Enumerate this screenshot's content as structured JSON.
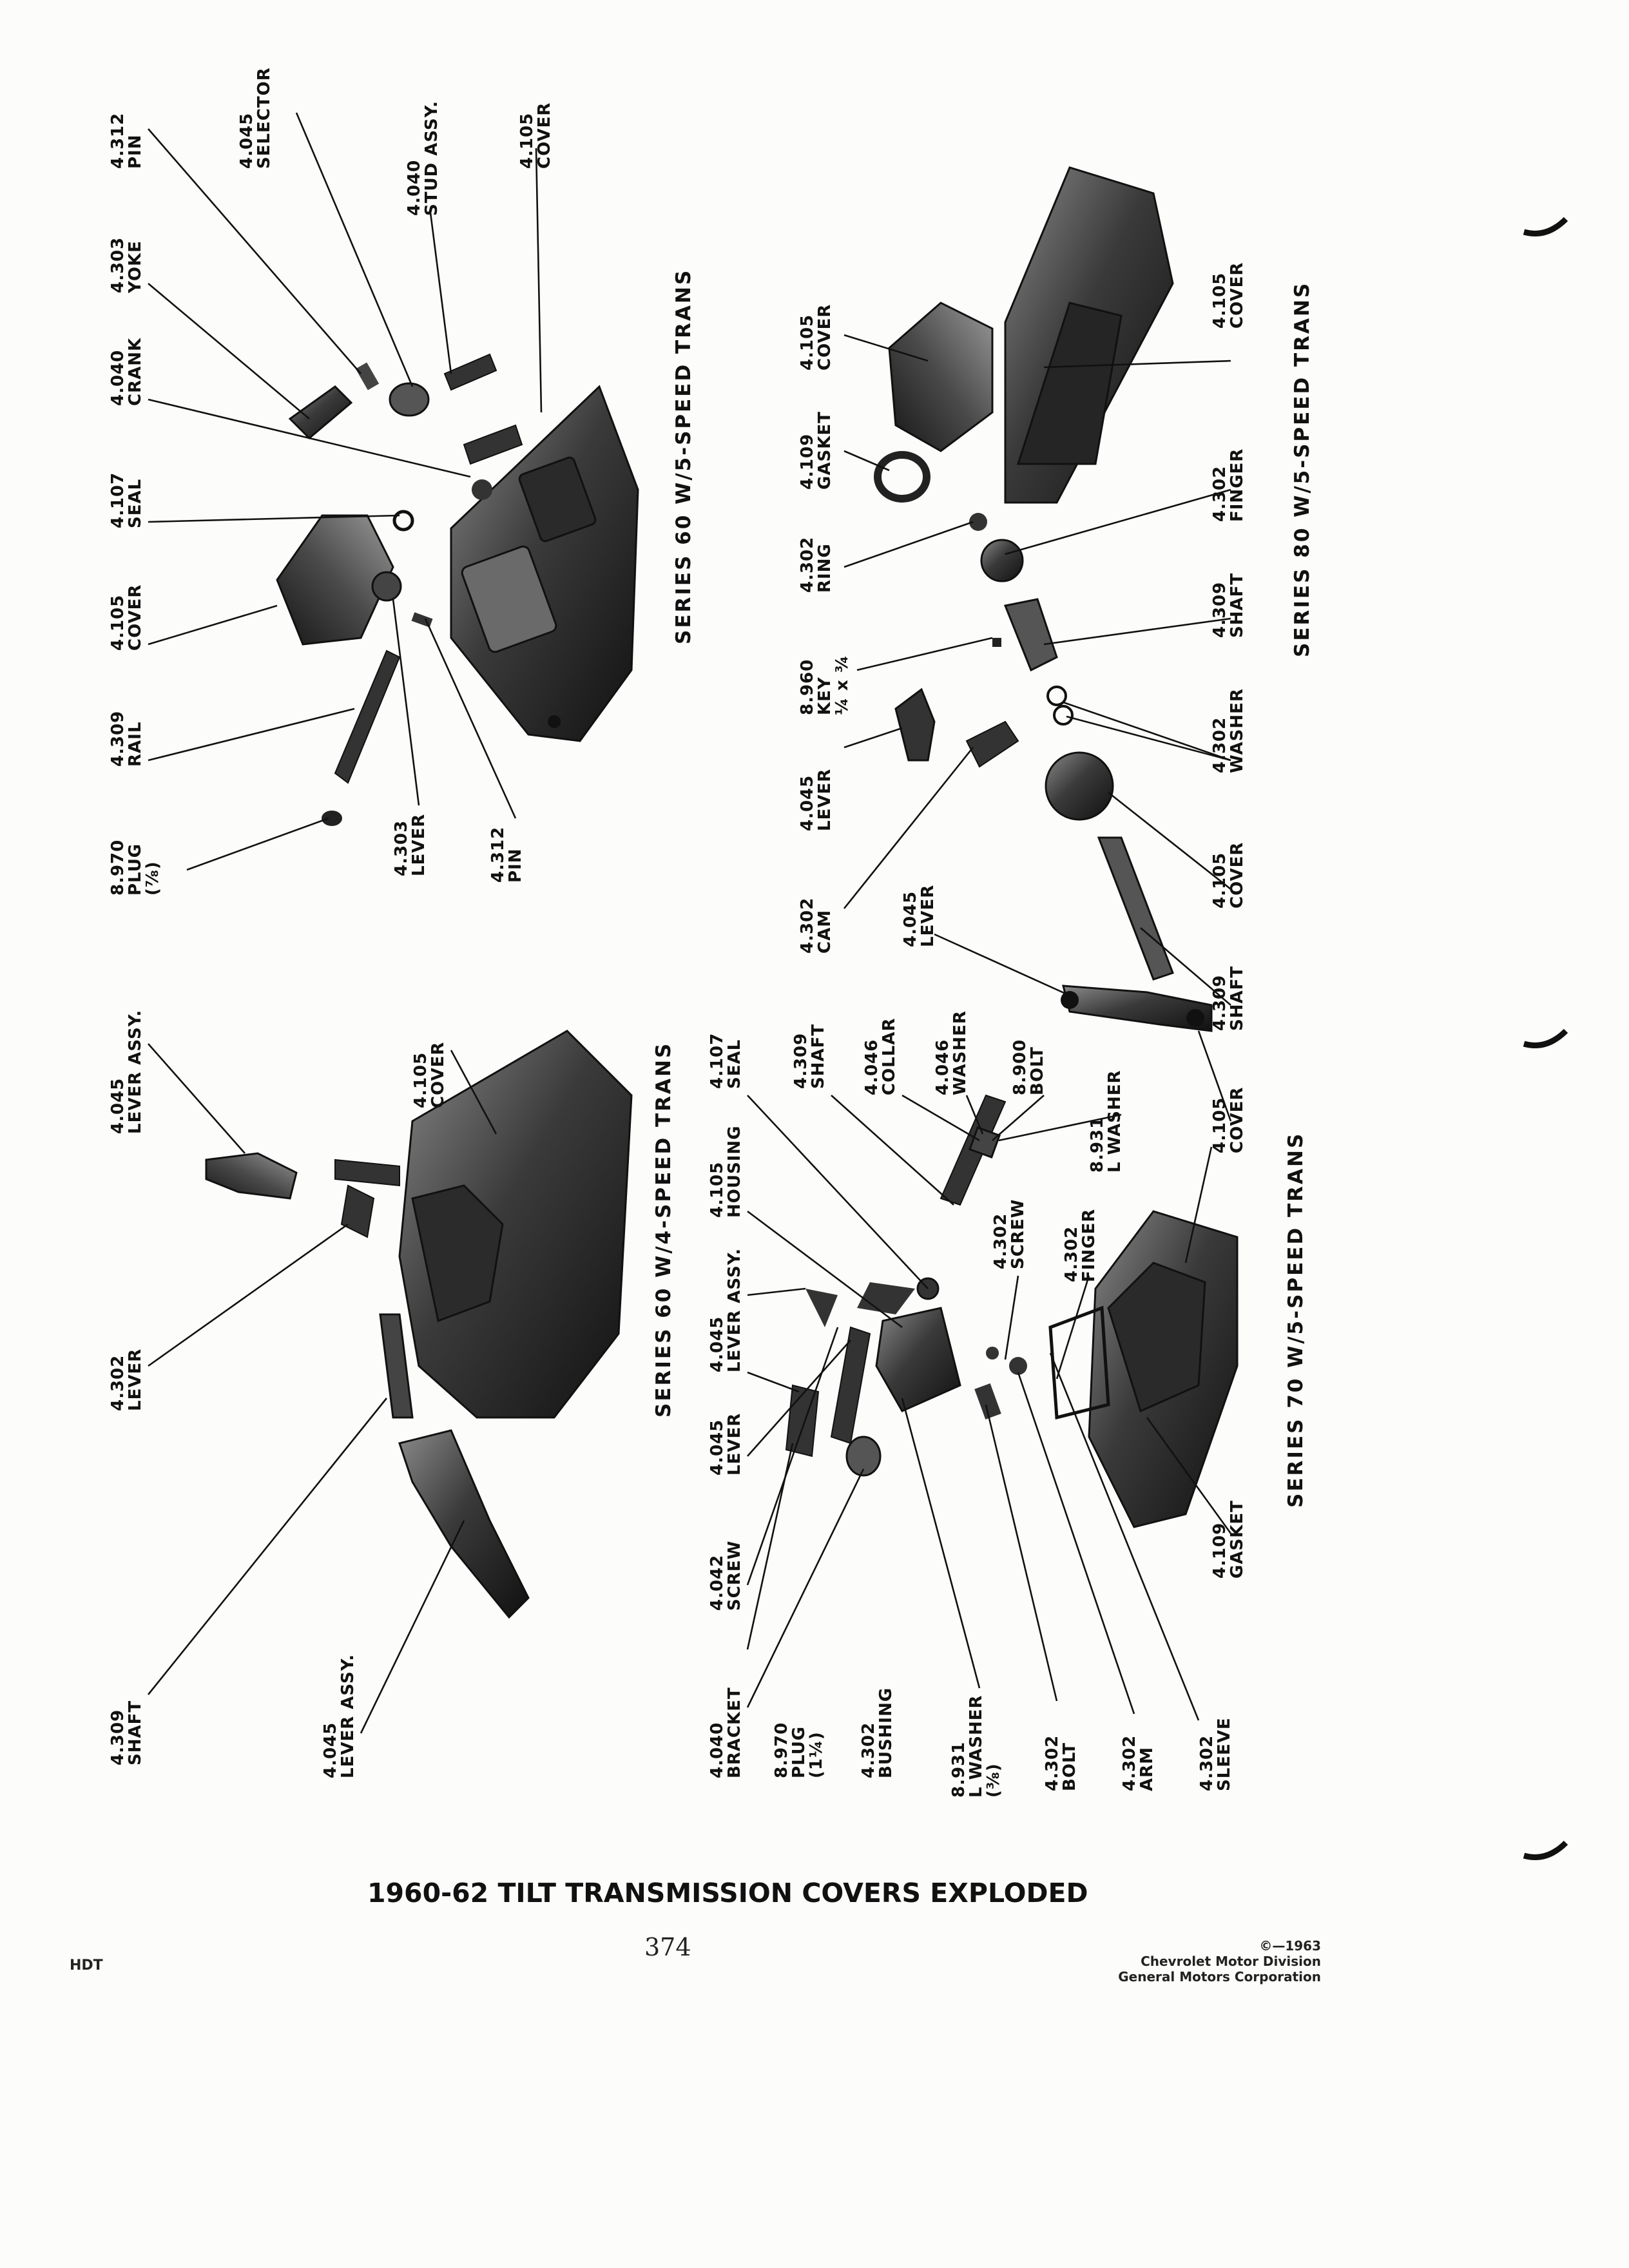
{
  "page_title": "1960-62 TILT TRANSMISSION COVERS EXPLODED",
  "page_number": "374",
  "section_code": "HDT",
  "copyright": {
    "line1": "©—1963",
    "line2": "Chevrolet Motor Division",
    "line3": "General Motors Corporation"
  },
  "series_captions": {
    "s60_5speed": "SERIES 60 W/5-SPEED TRANS",
    "s60_4speed": "SERIES 60 W/4-SPEED TRANS",
    "s80_5speed": "SERIES 80 W/5-SPEED TRANS",
    "s70_5speed": "SERIES 70 W/5-SPEED TRANS"
  },
  "callouts": {
    "pin_top": {
      "num": "4.312",
      "name": "PIN",
      "extra": ""
    },
    "selector": {
      "num": "4.045",
      "name": "SELECTOR",
      "extra": ""
    },
    "stud_assy": {
      "num": "4.040",
      "name": "STUD ASSY.",
      "extra": ""
    },
    "cover_top": {
      "num": "4.105",
      "name": "COVER",
      "extra": ""
    },
    "yoke": {
      "num": "4.303",
      "name": "YOKE",
      "extra": ""
    },
    "crank": {
      "num": "4.040",
      "name": "CRANK",
      "extra": ""
    },
    "seal_a": {
      "num": "4.107",
      "name": "SEAL",
      "extra": ""
    },
    "cover_a": {
      "num": "4.105",
      "name": "COVER",
      "extra": ""
    },
    "rail": {
      "num": "4.309",
      "name": "RAIL",
      "extra": ""
    },
    "plug_a": {
      "num": "8.970",
      "name": "PLUG",
      "extra": "(⅞)"
    },
    "lever_a": {
      "num": "4.303",
      "name": "LEVER",
      "extra": ""
    },
    "pin_a": {
      "num": "4.312",
      "name": "PIN",
      "extra": ""
    },
    "cover_80a": {
      "num": "4.105",
      "name": "COVER",
      "extra": ""
    },
    "cover_80b": {
      "num": "4.105",
      "name": "COVER",
      "extra": ""
    },
    "gasket_80": {
      "num": "4.109",
      "name": "GASKET",
      "extra": ""
    },
    "finger_80": {
      "num": "4.302",
      "name": "FINGER",
      "extra": ""
    },
    "ring_80": {
      "num": "4.302",
      "name": "RING",
      "extra": ""
    },
    "shaft_80a": {
      "num": "4.309",
      "name": "SHAFT",
      "extra": ""
    },
    "key_80": {
      "num": "8.960",
      "name": "KEY",
      "extra": "¼ x ¾"
    },
    "washer_80": {
      "num": "4.302",
      "name": "WASHER",
      "extra": ""
    },
    "lever_80": {
      "num": "4.045",
      "name": "LEVER",
      "extra": ""
    },
    "cover_80c": {
      "num": "4.105",
      "name": "COVER",
      "extra": ""
    },
    "cam_80": {
      "num": "4.302",
      "name": "CAM",
      "extra": ""
    },
    "shaft_80b": {
      "num": "4.309",
      "name": "SHAFT",
      "extra": ""
    },
    "lever_70": {
      "num": "4.045",
      "name": "LEVER",
      "extra": ""
    },
    "cover_70a": {
      "num": "4.105",
      "name": "COVER",
      "extra": ""
    },
    "lever_assy_4a": {
      "num": "4.045",
      "name": "LEVER ASSY.",
      "extra": ""
    },
    "cover_4": {
      "num": "4.105",
      "name": "COVER",
      "extra": ""
    },
    "lever_4": {
      "num": "4.302",
      "name": "LEVER",
      "extra": ""
    },
    "shaft_4": {
      "num": "4.309",
      "name": "SHAFT",
      "extra": ""
    },
    "lever_assy_4b": {
      "num": "4.045",
      "name": "LEVER ASSY.",
      "extra": ""
    },
    "seal_70": {
      "num": "4.107",
      "name": "SEAL",
      "extra": ""
    },
    "shaft_70": {
      "num": "4.309",
      "name": "SHAFT",
      "extra": ""
    },
    "collar_70": {
      "num": "4.046",
      "name": "COLLAR",
      "extra": ""
    },
    "washer_70": {
      "num": "4.046",
      "name": "WASHER",
      "extra": ""
    },
    "bolt_70a": {
      "num": "8.900",
      "name": "BOLT",
      "extra": ""
    },
    "lwasher_70a": {
      "num": "8.931",
      "name": "L WASHER",
      "extra": ""
    },
    "housing_70": {
      "num": "4.105",
      "name": "HOUSING",
      "extra": ""
    },
    "screw_70a": {
      "num": "4.302",
      "name": "SCREW",
      "extra": ""
    },
    "finger_70": {
      "num": "4.302",
      "name": "FINGER",
      "extra": ""
    },
    "lever_assy_70": {
      "num": "4.045",
      "name": "LEVER ASSY.",
      "extra": ""
    },
    "lever_70b": {
      "num": "4.045",
      "name": "LEVER",
      "extra": ""
    },
    "screw_70b": {
      "num": "4.042",
      "name": "SCREW",
      "extra": ""
    },
    "gasket_70": {
      "num": "4.109",
      "name": "GASKET",
      "extra": ""
    },
    "bracket_70": {
      "num": "4.040",
      "name": "BRACKET",
      "extra": ""
    },
    "plug_70": {
      "num": "8.970",
      "name": "PLUG",
      "extra": "(1¼)"
    },
    "bushing_70": {
      "num": "4.302",
      "name": "BUSHING",
      "extra": ""
    },
    "lwasher_70b": {
      "num": "8.931",
      "name": "L WASHER",
      "extra": "(⅜)"
    },
    "bolt_70b": {
      "num": "4.302",
      "name": "BOLT",
      "extra": ""
    },
    "arm_70": {
      "num": "4.302",
      "name": "ARM",
      "extra": ""
    },
    "sleeve_70": {
      "num": "4.302",
      "name": "SLEEVE",
      "extra": ""
    }
  }
}
